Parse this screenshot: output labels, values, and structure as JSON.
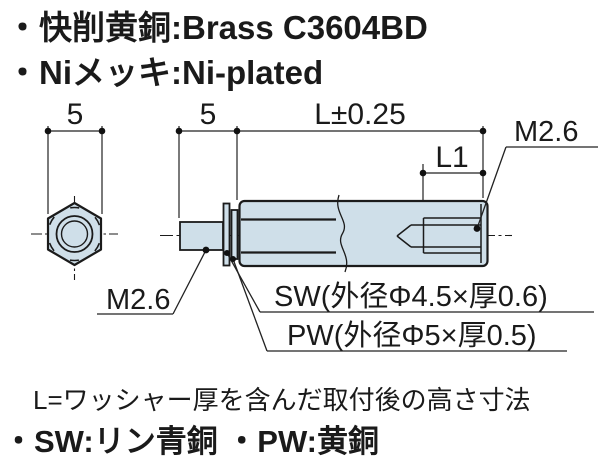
{
  "header": {
    "material": "・快削黄銅:Brass C3604BD",
    "plating": "・Niメッキ:Ni-plated"
  },
  "drawing": {
    "hex_width_dim": "5",
    "stud_length_dim": "5",
    "overall_length_dim": "L±0.25",
    "thread_depth_dim": "L1",
    "tapped_thread_label": "M2.6",
    "stud_thread_label": "M2.6",
    "spring_washer_label": "SW(外径Φ4.5×厚0.6)",
    "plain_washer_label": "PW(外径Φ5×厚0.5)",
    "body_fill_color": "#cfdfe9",
    "line_color": "#1b1b1b"
  },
  "footer": {
    "note": "L=ワッシャー厚を含んだ取付後の高さ寸法",
    "materials": "・SW:リン青銅 ・PW:黄銅"
  }
}
